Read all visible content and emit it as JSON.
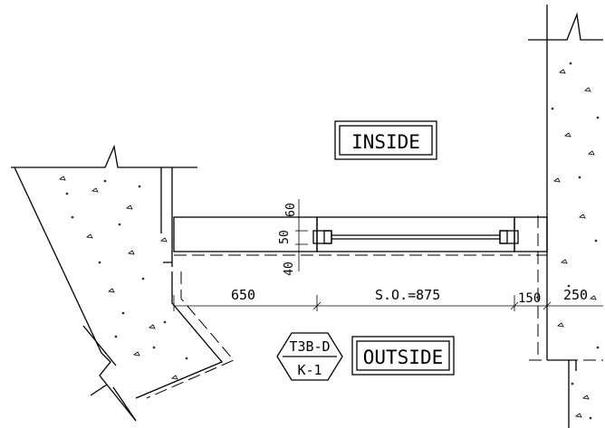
{
  "labels": {
    "inside": "INSIDE",
    "outside": "OUTSIDE",
    "tag_top": "T3B-D",
    "tag_bottom": "K-1"
  },
  "dimensions": {
    "left_wall": "650",
    "opening": "S.O.=875",
    "jamb": "150",
    "right_wall": "250",
    "depth_60": "60",
    "depth_50": "50",
    "depth_40": "40"
  }
}
